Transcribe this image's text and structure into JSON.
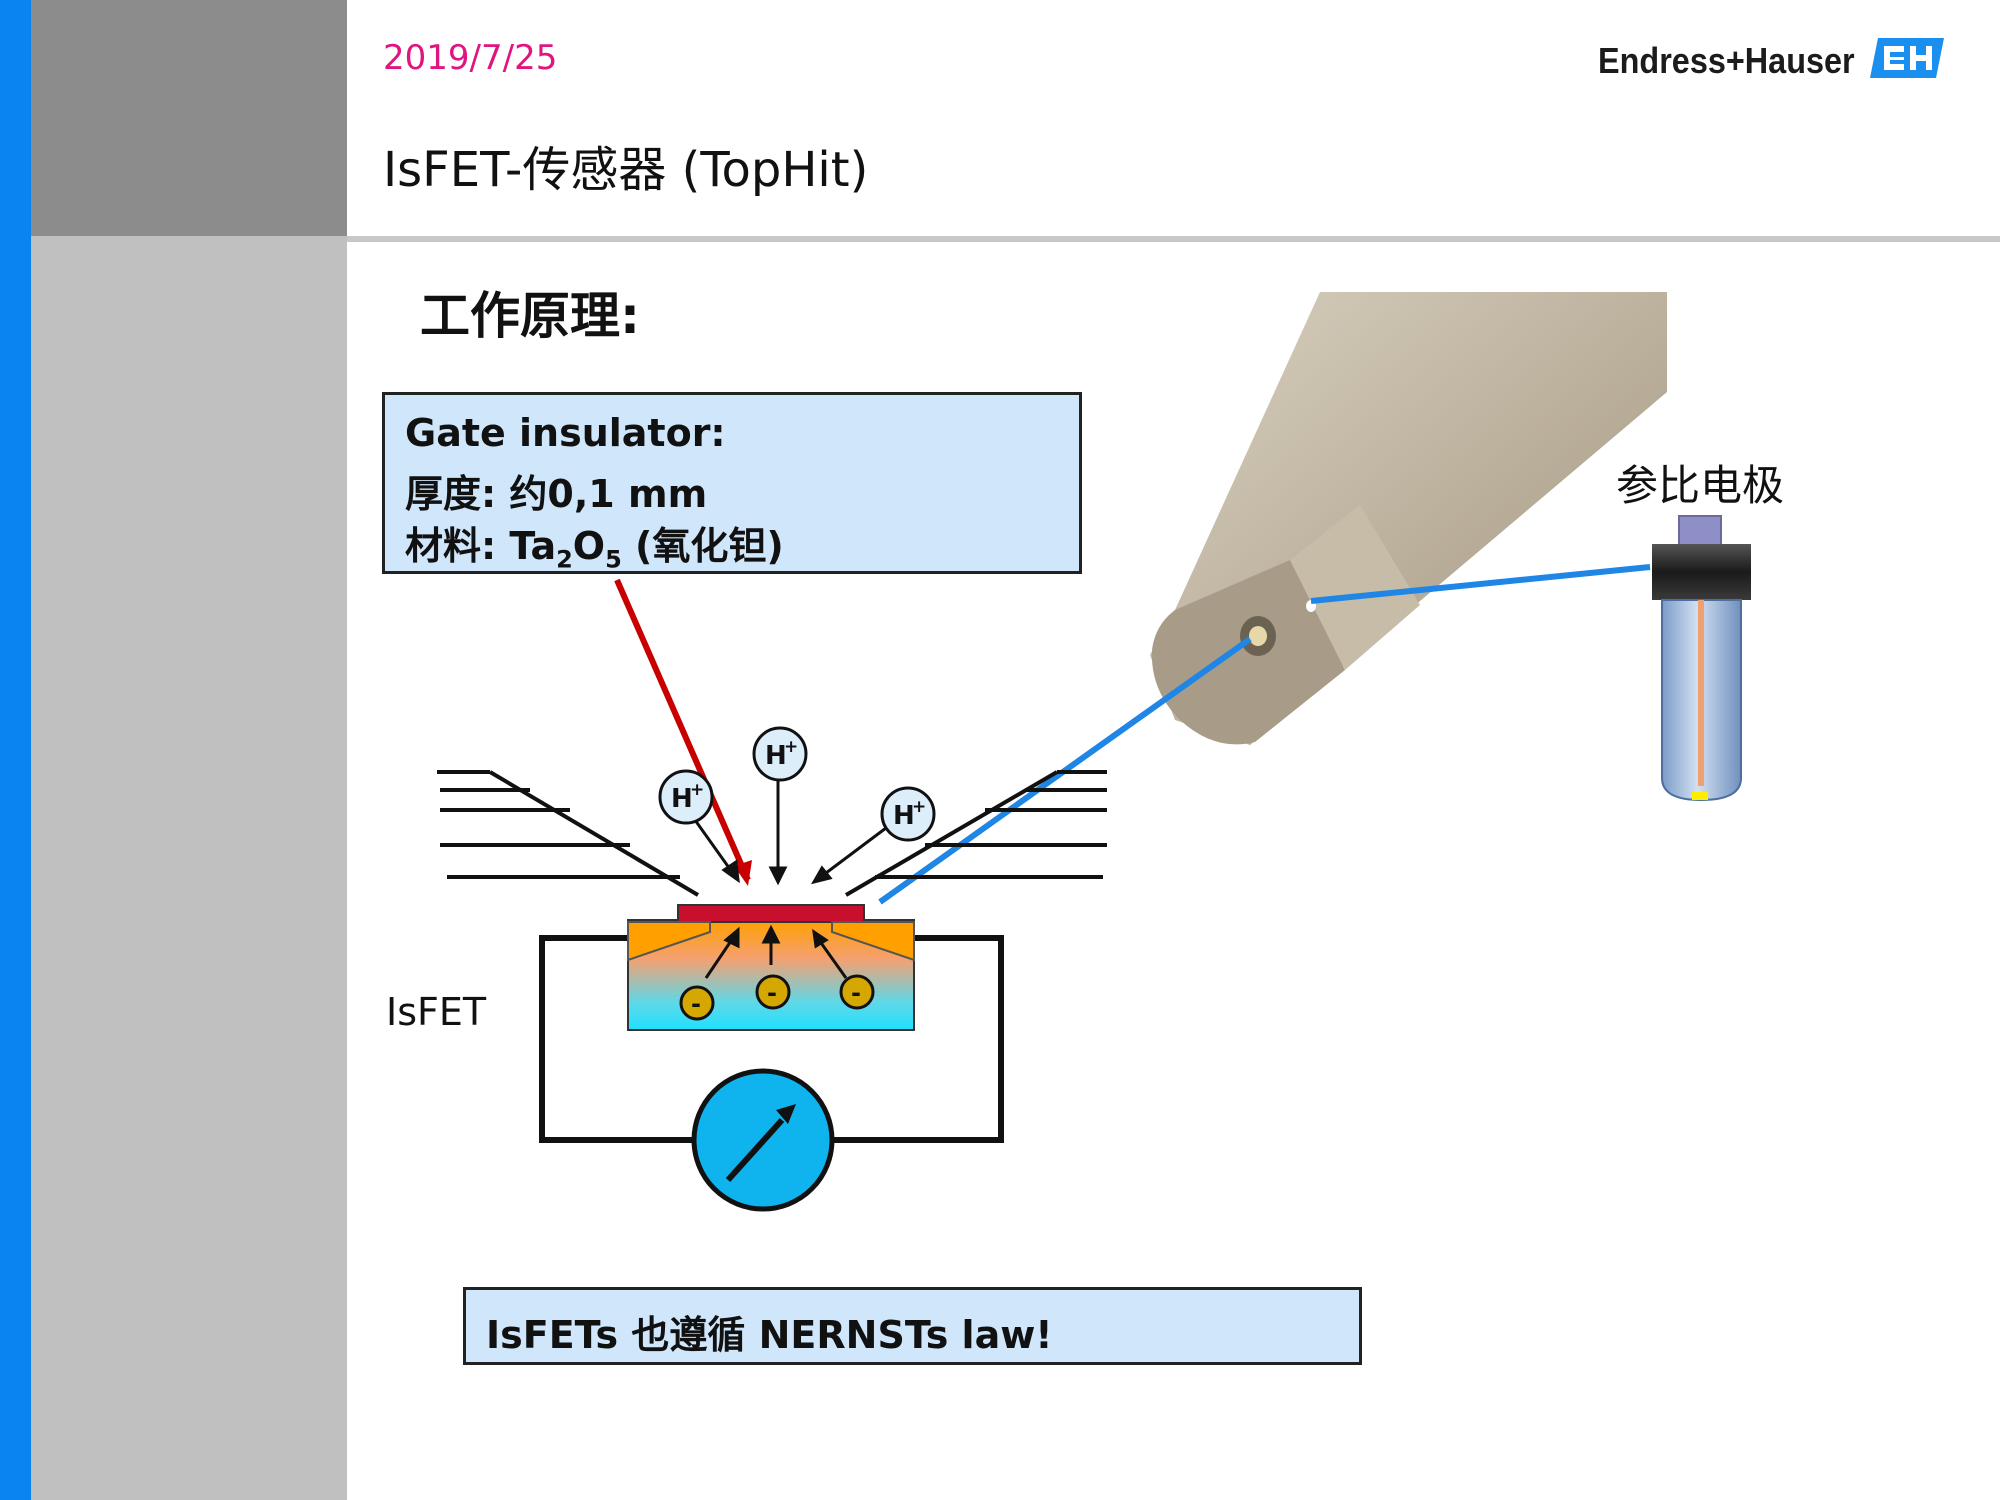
{
  "header": {
    "date": "2019/7/25",
    "title": "IsFET-传感器 (TopHit)",
    "brand": "Endress+Hauser"
  },
  "subheading": "工作原理:",
  "gate_box": {
    "line1": "Gate insulator:",
    "line2": "厚度: 约0,1 mm",
    "line3_prefix": "材料: Ta",
    "line3_sub1": "2",
    "line3_mid": "O",
    "line3_sub2": "5",
    "line3_suffix": " (氧化钽)"
  },
  "isfet_label": "IsFET",
  "ions": {
    "h": "H",
    "plus": "+",
    "minus": "-"
  },
  "reference_electrode_label": "参比电极",
  "nernst_note": "IsFETs 也遵循  NERNSTs law!",
  "colors": {
    "accent_blue": "#0a84f0",
    "date_color": "#e0157f",
    "box_fill": "#cfe6fb",
    "pointer_red": "#c80000",
    "pointer_blue": "#1f86e6",
    "meter_fill": "#0fb4ee"
  }
}
